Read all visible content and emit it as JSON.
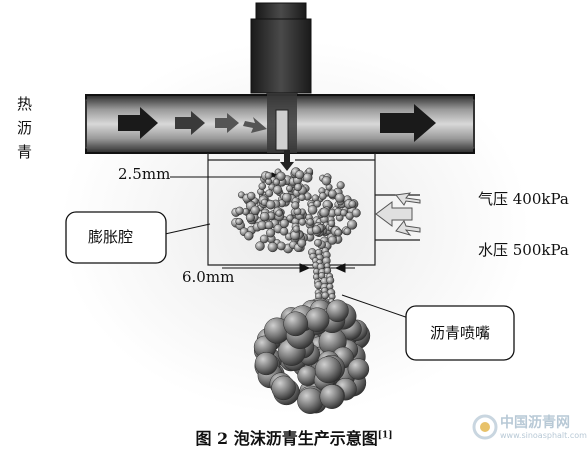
{
  "diagram": {
    "side_label": [
      "热",
      "沥",
      "青"
    ],
    "dim_top": "2.5mm",
    "dim_bottom": "6.0mm",
    "air_pressure": "气压 400kPa",
    "water_pressure": "水压 500kPa",
    "callout_chamber": "膨胀腔",
    "callout_nozzle": "沥青喷嘴"
  },
  "caption": {
    "text": "图 2  泡沫沥青生产示意图",
    "ref": "[1]"
  },
  "watermark": {
    "name": "中国沥青网",
    "url": "www.sinoasphalt.com"
  }
}
